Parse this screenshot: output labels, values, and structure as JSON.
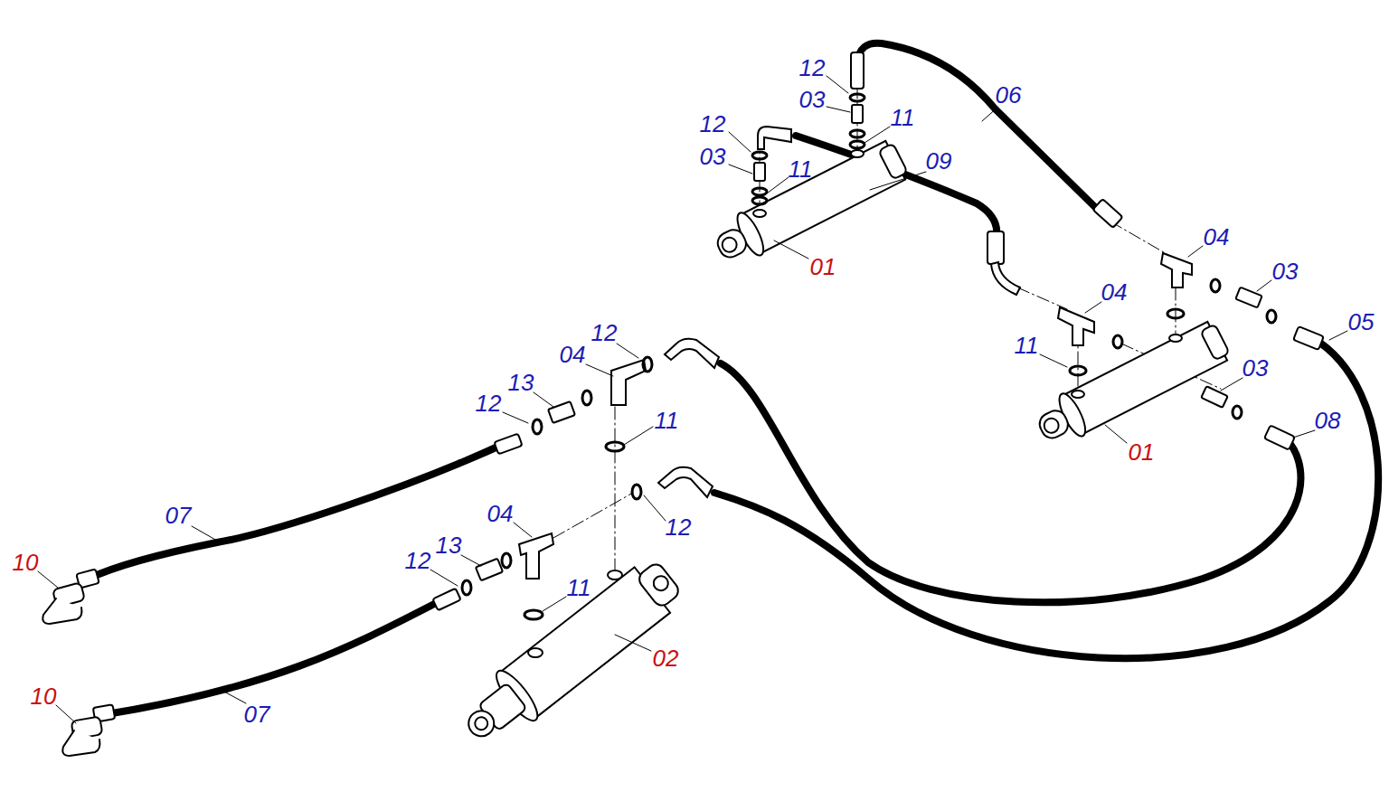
{
  "diagram": {
    "labels": [
      "12",
      "03",
      "12",
      "11",
      "06",
      "03",
      "11",
      "09",
      "01",
      "04",
      "03",
      "05",
      "04",
      "12",
      "04",
      "11",
      "03",
      "13",
      "12",
      "11",
      "08",
      "01",
      "04",
      "07",
      "12",
      "13",
      "10",
      "12",
      "11",
      "02",
      "10",
      "07"
    ]
  }
}
